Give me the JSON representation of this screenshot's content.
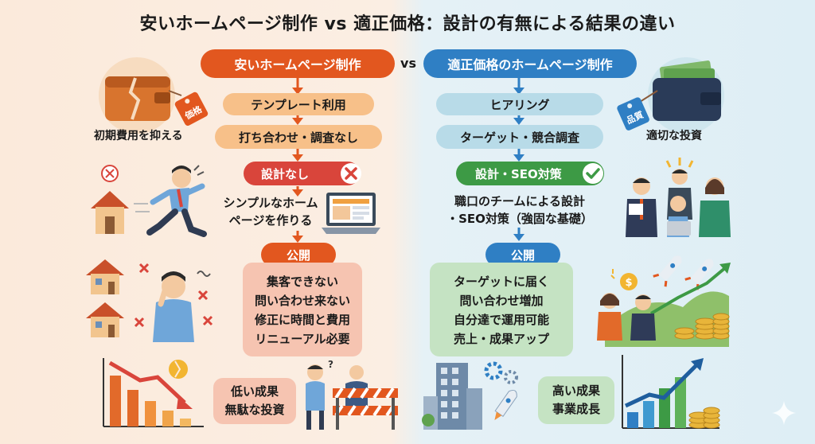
{
  "title": "安いホームページ制作 vs 適正価格：設計の有無による結果の違い",
  "vs": "vs",
  "left": {
    "heading": "安いホームページ制作",
    "steps": [
      "テンプレート利用",
      "打ち合わせ・調査なし"
    ],
    "design_badge": "設計なし",
    "description": [
      "シンプルなホーム",
      "ページを作りる"
    ],
    "publish": "公開",
    "results": [
      "集客できない",
      "問い合わせ来ない",
      "修正に時間と費用",
      "リニューアル必要"
    ],
    "outcome": [
      "低い成果",
      "無駄な投資"
    ],
    "wallet_caption": "初期費用を抑える",
    "tag_label": "価格"
  },
  "right": {
    "heading": "適正価格のホームページ制作",
    "steps": [
      "ヒアリング",
      "ターゲット・競合調査"
    ],
    "design_badge": "設計・SEO対策",
    "description": [
      "職口のチームによる設計",
      "・SEO対策（強固な基礎）"
    ],
    "publish": "公開",
    "results": [
      "ターゲットに届く",
      "問い合わせ増加",
      "自分達で運用可能",
      "売上・成果アップ"
    ],
    "outcome": [
      "高い成果",
      "事業成長"
    ],
    "wallet_caption": "適切な投資",
    "tag_label": "品質"
  },
  "colors": {
    "left_accent": "#e2571f",
    "right_accent": "#2f7fc4",
    "badge_bad": "#d9453b",
    "badge_good": "#3d9a45"
  }
}
